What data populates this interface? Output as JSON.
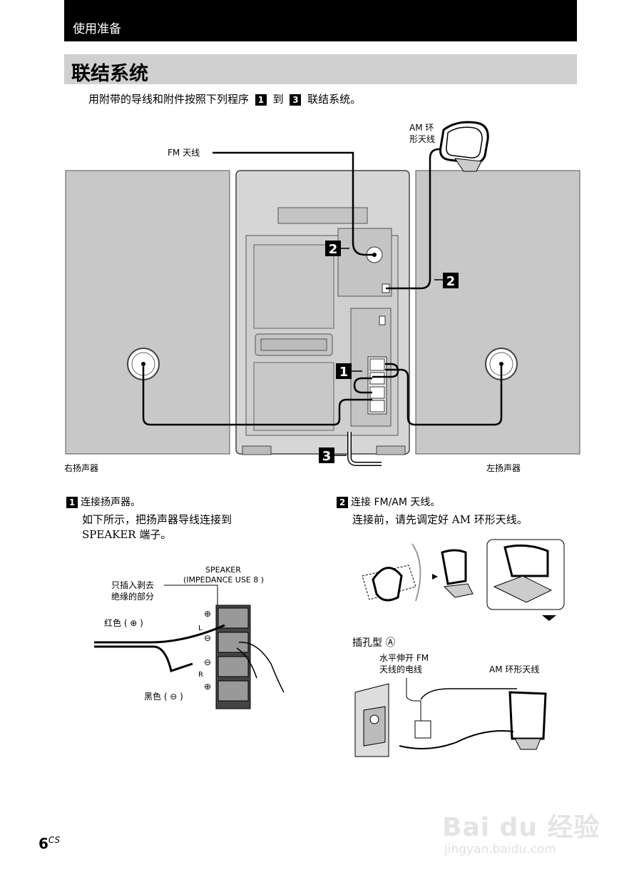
{
  "header": {
    "title": "使用准备"
  },
  "section": {
    "title": "联结系统"
  },
  "intro": {
    "before": "用附带的导线和附件按照下列程序",
    "step_a": "1",
    "to": "到",
    "step_b": "3",
    "after": "联结系统。"
  },
  "diagram": {
    "am_antenna_label_line1": "AM 环",
    "am_antenna_label_line2": "形天线",
    "fm_antenna_label": "FM 天线",
    "right_speaker_label": "右扬声器",
    "left_speaker_label": "左扬声器",
    "callout_2": "2",
    "callout_1": "1",
    "callout_3": "3"
  },
  "step1": {
    "number": "1",
    "title": "连接扬声器。",
    "body_line1": "如下所示，把扬声器导线连接到",
    "body_line2": "SPEAKER 端子。",
    "fig": {
      "speaker_label": "SPEAKER",
      "impedance_label": "(IMPEDANCE USE 8  )",
      "insert_line1": "只插入剥去",
      "insert_line2": "绝缘的部分",
      "red_label": "红色 ( ⊕ )",
      "black_label": "黑色 ( ⊖ )",
      "term_l": "L",
      "term_r": "R",
      "plus": "⊕",
      "minus": "⊖"
    }
  },
  "step2": {
    "number": "2",
    "title": "连接 FM/AM 天线。",
    "body_line1": "连接前，请先调定好 AM 环形天线。",
    "jack_type": "插孔型 Ⓐ",
    "fm_wire_line1": "水平伸开 FM",
    "fm_wire_line2": "天线的电线",
    "am_label": "AM 环形天线"
  },
  "footer": {
    "page_num": "6",
    "page_suffix": "CS"
  },
  "watermark": {
    "brand": "Bai du 经验",
    "url": "jingyan.baidu.com"
  }
}
